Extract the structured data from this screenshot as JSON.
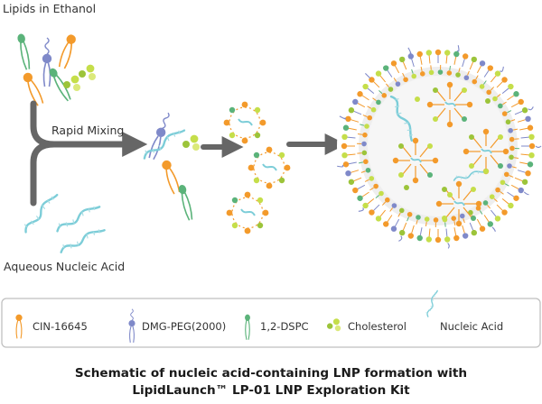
{
  "labels": {
    "lipids_in_ethanol": "Lipids in Ethanol",
    "rapid_mixing": "Rapid Mixing",
    "aqueous_nucleic_acid": "Aqueous Nucleic Acid"
  },
  "legend": {
    "items": [
      {
        "key": "cin",
        "label": "CIN-16645"
      },
      {
        "key": "peg",
        "label": "DMG-PEG(2000)"
      },
      {
        "key": "dspc",
        "label": "1,2-DSPC"
      },
      {
        "key": "chol",
        "label": "Cholesterol"
      },
      {
        "key": "na",
        "label": "Nucleic Acid"
      }
    ]
  },
  "caption": {
    "line1": "Schematic of nucleic acid-containing LNP formation with",
    "line2": "LipidLaunch™ LP-01 LNP Exploration Kit"
  },
  "colors": {
    "cin": "#f39a2b",
    "peg": "#7f89c9",
    "dspc": "#5bb37a",
    "chol": "#c5de4a",
    "chol_dark": "#9cc43a",
    "nucleic_acid": "#7ccdd8",
    "arrow": "#666666",
    "lnp_outer": "#ececec"
  }
}
